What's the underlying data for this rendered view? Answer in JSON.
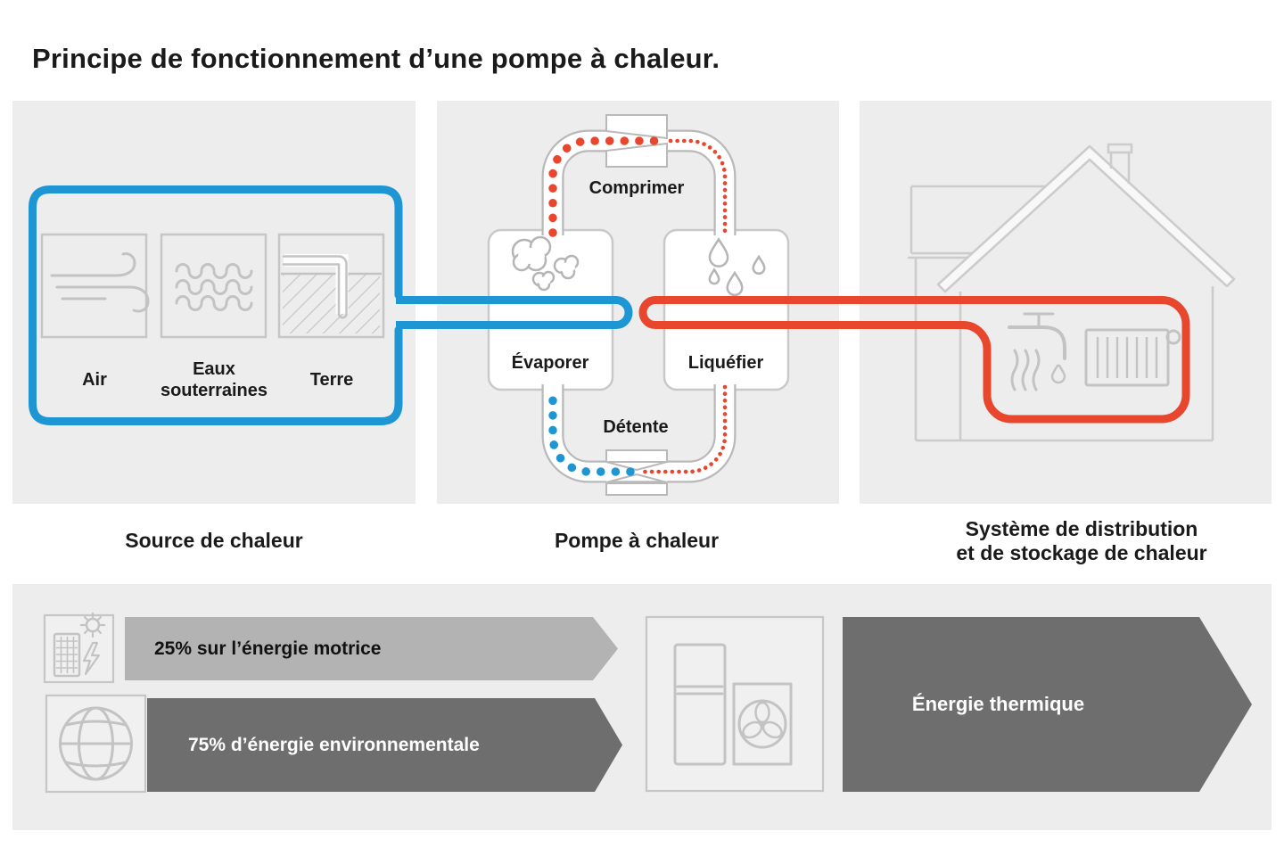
{
  "title": "Principe de fonctionnement d’une pompe à chaleur.",
  "panels": {
    "source": {
      "caption": "Source de chaleur",
      "items": [
        {
          "label": "Air",
          "icon": "wind-icon"
        },
        {
          "label": "Eaux souterraines",
          "icon": "groundwater-waves-icon"
        },
        {
          "label": "Terre",
          "icon": "ground-probe-icon"
        }
      ]
    },
    "pump": {
      "caption": "Pompe à chaleur",
      "labels": {
        "compress": "Comprimer",
        "evaporate": "Évaporer",
        "liquefy": "Liquéfier",
        "expand": "Détente"
      }
    },
    "distribution": {
      "caption_line1": "Système de distribution",
      "caption_line2": "et de stockage de chaleur"
    }
  },
  "energy_flow": {
    "motive": "25% sur l’énergie motrice",
    "environmental": "75% d’énergie environnementale",
    "thermal": "Énergie thermique"
  },
  "icons": [
    "wind-icon",
    "groundwater-waves-icon",
    "ground-probe-icon",
    "compressor-icon",
    "expansion-valve-icon",
    "steam-clouds-icon",
    "droplets-icon",
    "house-icon",
    "faucet-icon",
    "radiator-icon",
    "solar-electricity-icon",
    "globe-icon",
    "heat-pump-unit-icon",
    "fan-icon"
  ],
  "colors": {
    "blue": "#1e96d4",
    "red": "#e8472e",
    "pipe": "#b9b9b9",
    "icon": "#c3c3c3",
    "house": "#cccccc",
    "panel": "#ededed",
    "arrow_light": "#b3b3b3",
    "arrow_dark": "#6f6e6e",
    "ink": "#1a1a1a"
  }
}
